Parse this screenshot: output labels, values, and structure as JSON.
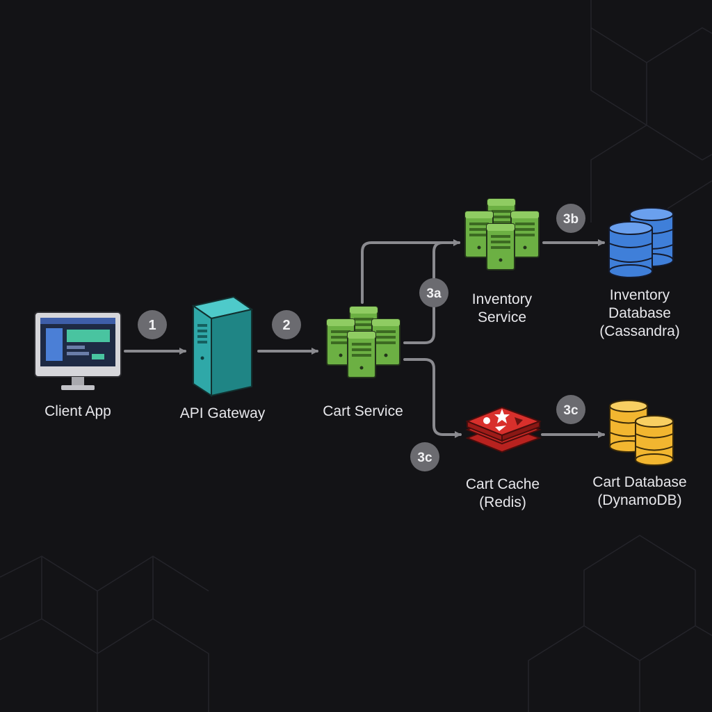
{
  "nodes": {
    "client": {
      "label": "Client App",
      "icon": "monitor-icon"
    },
    "gateway": {
      "label": "API Gateway",
      "icon": "server-tower-icon",
      "color": "#2fa8a8"
    },
    "cart_service": {
      "label": "Cart Service",
      "icon": "server-cluster-icon",
      "color": "#6cb043"
    },
    "inventory_service": {
      "label_line1": "Inventory",
      "label_line2": "Service",
      "icon": "server-cluster-icon",
      "color": "#6cb043"
    },
    "inventory_db": {
      "label_line1": "Inventory",
      "label_line2": "Database",
      "label_line3": "(Cassandra)",
      "icon": "database-icon",
      "color": "#3f7fd9"
    },
    "cart_cache": {
      "label_line1": "Cart Cache",
      "label_line2": "(Redis)",
      "icon": "redis-icon",
      "color": "#d8302c"
    },
    "cart_db": {
      "label_line1": "Cart Database",
      "label_line2": "(DynamoDB)",
      "icon": "database-icon",
      "color": "#f2b630"
    }
  },
  "steps": {
    "s1": "1",
    "s2": "2",
    "s3a": "3a",
    "s3b": "3b",
    "s3c_cache": "3c",
    "s3c_db": "3c"
  },
  "colors": {
    "background": "#131316",
    "arrow": "#8a8a8f",
    "badge": "#6b6b70",
    "text": "#e8e8ec"
  }
}
